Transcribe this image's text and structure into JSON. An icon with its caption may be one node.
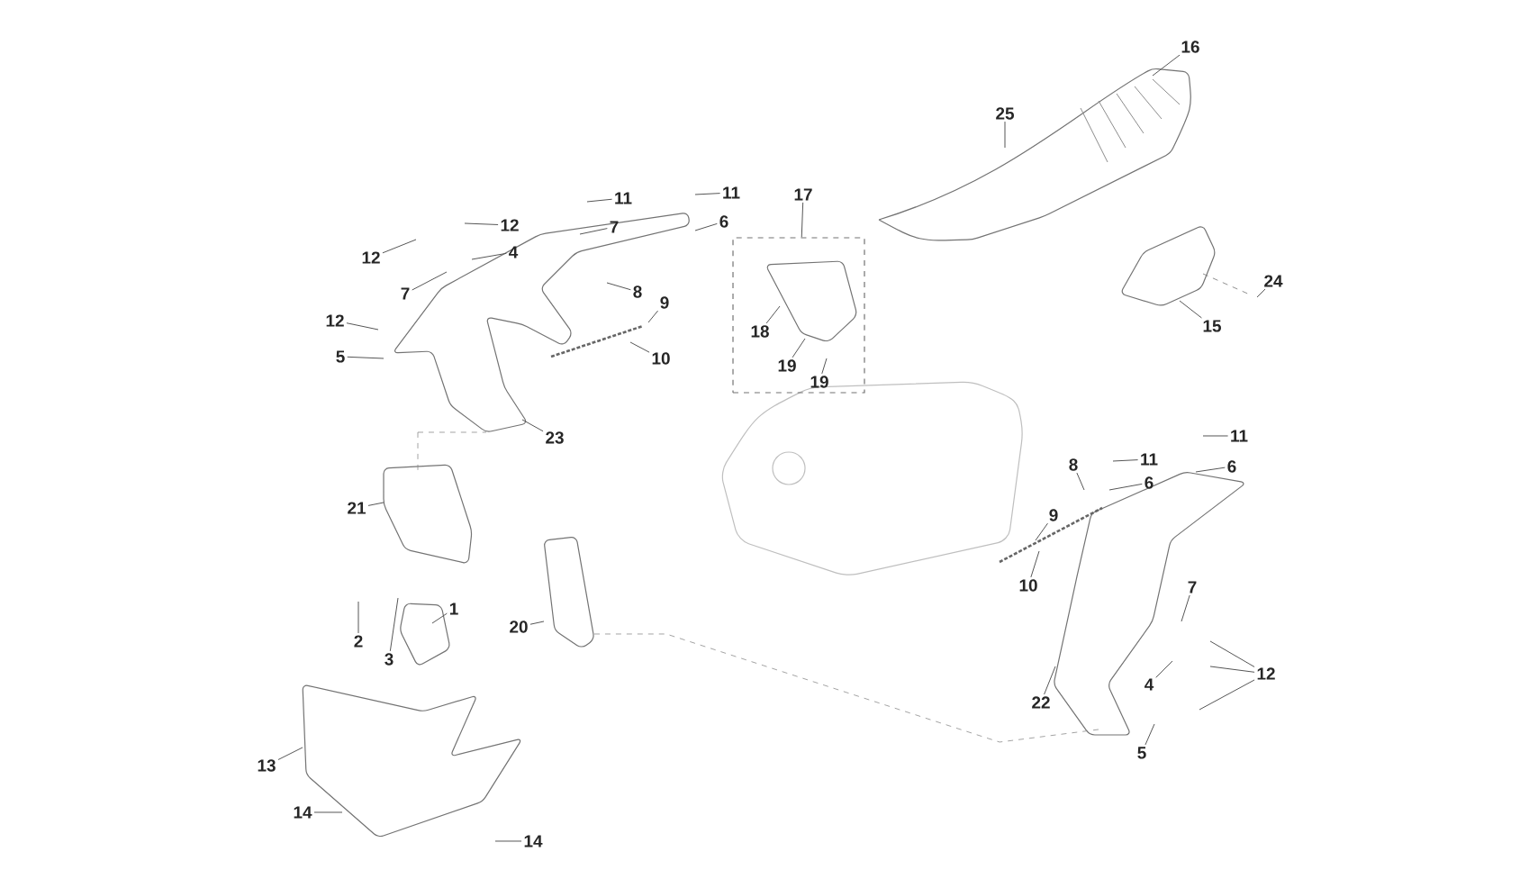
{
  "diagram": {
    "nodes": [
      {
        "text": [
          "12"
        ]
      },
      {
        "text": [
          "4"
        ]
      },
      {
        "text": [
          "11"
        ]
      },
      {
        "text": [
          "7"
        ]
      },
      {
        "text": [
          "11"
        ]
      },
      {
        "text": [
          "6"
        ]
      },
      {
        "text": [
          "12"
        ]
      },
      {
        "text": [
          "7"
        ]
      },
      {
        "text": [
          "8"
        ]
      },
      {
        "text": [
          "9"
        ]
      },
      {
        "text": [
          "10"
        ]
      },
      {
        "text": [
          "12"
        ]
      },
      {
        "text": [
          "5"
        ]
      },
      {
        "text": [
          "23"
        ]
      },
      {
        "text": [],
        "shape": "box"
      },
      {
        "text": [
          "17"
        ]
      },
      {
        "text": [
          "18"
        ],
        "in": 14
      },
      {
        "text": [
          "19"
        ],
        "in": 14
      },
      {
        "text": [
          "19"
        ],
        "in": 14
      },
      {
        "text": [
          "16"
        ]
      },
      {
        "text": [
          "25"
        ]
      },
      {
        "text": [
          "24"
        ]
      },
      {
        "text": [
          "15"
        ]
      },
      {
        "text": [
          "21"
        ]
      },
      {
        "text": [
          "1"
        ]
      },
      {
        "text": [
          "2"
        ]
      },
      {
        "text": [
          "3"
        ]
      },
      {
        "text": [
          "20"
        ]
      },
      {
        "text": [
          "13"
        ]
      },
      {
        "text": [
          "14"
        ]
      },
      {
        "text": [
          "14"
        ]
      },
      {
        "text": [
          "8"
        ]
      },
      {
        "text": [
          "11"
        ]
      },
      {
        "text": [
          "6"
        ]
      },
      {
        "text": [
          "11"
        ]
      },
      {
        "text": [
          "6"
        ]
      },
      {
        "text": [
          "9"
        ]
      },
      {
        "text": [
          "10"
        ]
      },
      {
        "text": [
          "22"
        ]
      },
      {
        "text": [
          "7"
        ]
      },
      {
        "text": [
          "12"
        ]
      },
      {
        "text": [
          "4"
        ]
      },
      {
        "text": [
          "5"
        ]
      }
    ],
    "edges": [
      {
        "from": 0,
        "to": null,
        "arrow": "none"
      },
      {
        "from": 1,
        "to": null,
        "arrow": "none"
      },
      {
        "from": 2,
        "to": null,
        "arrow": "none"
      },
      {
        "from": 3,
        "to": null,
        "arrow": "none"
      },
      {
        "from": 4,
        "to": null,
        "arrow": "none"
      },
      {
        "from": 5,
        "to": null,
        "arrow": "none"
      },
      {
        "from": 6,
        "to": null,
        "arrow": "none"
      },
      {
        "from": 7,
        "to": null,
        "arrow": "none"
      },
      {
        "from": 8,
        "to": null,
        "arrow": "none"
      },
      {
        "from": 9,
        "to": null,
        "arrow": "none"
      },
      {
        "from": 10,
        "to": null,
        "arrow": "none"
      },
      {
        "from": 11,
        "to": null,
        "arrow": "none"
      },
      {
        "from": 12,
        "to": null,
        "arrow": "none"
      },
      {
        "from": 13,
        "to": null,
        "arrow": "none"
      },
      {
        "from": 15,
        "to": 14,
        "arrow": "none"
      },
      {
        "from": 16,
        "to": null,
        "arrow": "none"
      },
      {
        "from": 17,
        "to": null,
        "arrow": "none"
      },
      {
        "from": 18,
        "to": null,
        "arrow": "none"
      },
      {
        "from": 19,
        "to": null,
        "arrow": "none"
      },
      {
        "from": 20,
        "to": null,
        "arrow": "none"
      },
      {
        "from": 21,
        "to": null,
        "arrow": "none"
      },
      {
        "from": 22,
        "to": null,
        "arrow": "none"
      },
      {
        "from": 23,
        "to": null,
        "arrow": "none"
      },
      {
        "from": 24,
        "to": null,
        "arrow": "none"
      },
      {
        "from": 25,
        "to": null,
        "arrow": "none"
      },
      {
        "from": 26,
        "to": null,
        "arrow": "none"
      },
      {
        "from": 27,
        "to": null,
        "arrow": "none"
      },
      {
        "from": 28,
        "to": null,
        "arrow": "none"
      },
      {
        "from": 29,
        "to": null,
        "arrow": "none"
      },
      {
        "from": 30,
        "to": null,
        "arrow": "none"
      },
      {
        "from": 31,
        "to": null,
        "arrow": "none"
      },
      {
        "from": 32,
        "to": null,
        "arrow": "none"
      },
      {
        "from": 33,
        "to": null,
        "arrow": "none"
      },
      {
        "from": 34,
        "to": null,
        "arrow": "none"
      },
      {
        "from": 35,
        "to": null,
        "arrow": "none"
      },
      {
        "from": 36,
        "to": null,
        "arrow": "none"
      },
      {
        "from": 37,
        "to": null,
        "arrow": "none"
      },
      {
        "from": 38,
        "to": null,
        "arrow": "none"
      },
      {
        "from": 39,
        "to": null,
        "arrow": "none"
      },
      {
        "from": 40,
        "to": null,
        "arrow": "none"
      },
      {
        "from": 40,
        "to": null,
        "arrow": "none"
      },
      {
        "from": 40,
        "to": null,
        "arrow": "none"
      },
      {
        "from": 41,
        "to": null,
        "arrow": "none"
      },
      {
        "from": 42,
        "to": null,
        "arrow": "none"
      }
    ]
  }
}
